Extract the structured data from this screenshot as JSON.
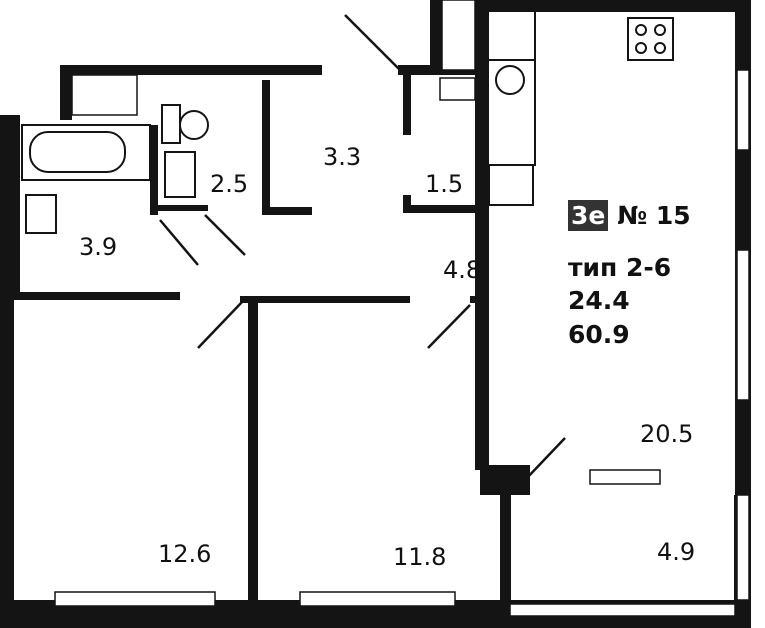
{
  "apartment": {
    "building": "3е",
    "number": "№ 15",
    "type": "тип 2-6",
    "living_area": "24.4",
    "total_area": "60.9"
  },
  "rooms": {
    "bathroom": "3.9",
    "toilet": "2.5",
    "hall": "3.3",
    "storage": "1.5",
    "corridor": "4.8",
    "kitchen_living": "20.5",
    "bedroom_1": "12.6",
    "bedroom_2": "11.8",
    "balcony": "4.9"
  }
}
